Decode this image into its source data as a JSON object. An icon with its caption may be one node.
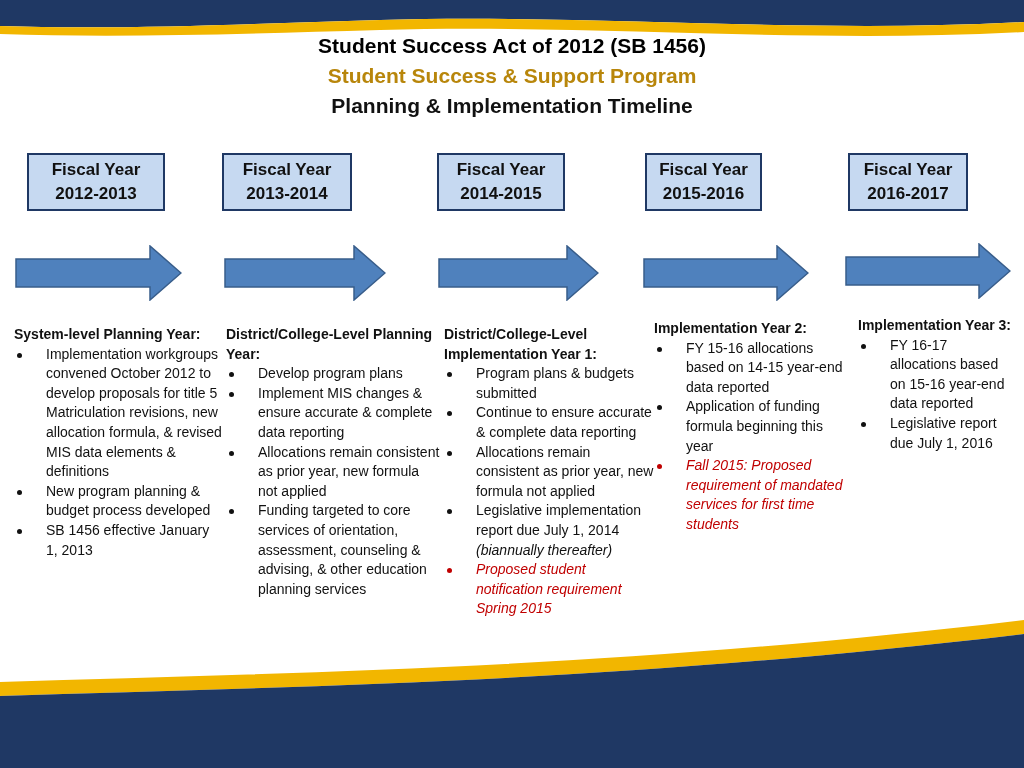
{
  "diagram": {
    "title": "Student Success Act of 2012 (SB 1456)",
    "nodes": [
      {
        "text": [
          "Fiscal Year 2012-2013"
        ],
        "beside": [
          "System-level Planning Year:",
          "Implementation workgroups convened October 2012 to develop proposals for title 5 Matriculation revisions, new allocation formula, & revised MIS data elements & definitions",
          "New program planning & budget process developed",
          "SB 1456 effective January 1, 2013"
        ]
      },
      {
        "text": [
          "Fiscal Year 2013-2014"
        ],
        "beside": [
          "District/College-Level Planning Year:",
          "Develop program plans",
          "Implement MIS changes & ensure accurate & complete data reporting",
          "Allocations remain consistent as prior year, new formula not applied",
          "Funding targeted to core services of orientation, assessment, counseling & advising, & other education planning services"
        ]
      },
      {
        "text": [
          "Fiscal Year 2014-2015"
        ],
        "beside": [
          "District/College-Level Implementation Year 1:",
          "Program plans & budgets submitted",
          "Continue to ensure accurate & complete data reporting",
          "Allocations remain consistent as prior year, new formula not applied",
          "Legislative implementation report due July 1, 2014 *(biannually thereafter)*",
          "Proposed student notification requirement Spring 2015"
        ]
      },
      {
        "text": [
          "Fiscal Year 2015-2016"
        ],
        "beside": [
          "Implementation Year 2:",
          "FY 15-16 allocations based on 14-15 year-end data reported",
          "Application of funding formula beginning this year",
          "Fall 2015: Proposed requirement of mandated services for first time students"
        ]
      },
      {
        "text": [
          "Fiscal Year 2016-2017"
        ],
        "beside": [
          "Implementation Year 3:",
          "FY 16-17 allocations based on 15-16 year-end data reported",
          "Legislative report due July 1, 2016"
        ]
      }
    ],
    "labels": [
      "Student Success & Support Program",
      "Planning & Implementation Timeline"
    ]
  }
}
